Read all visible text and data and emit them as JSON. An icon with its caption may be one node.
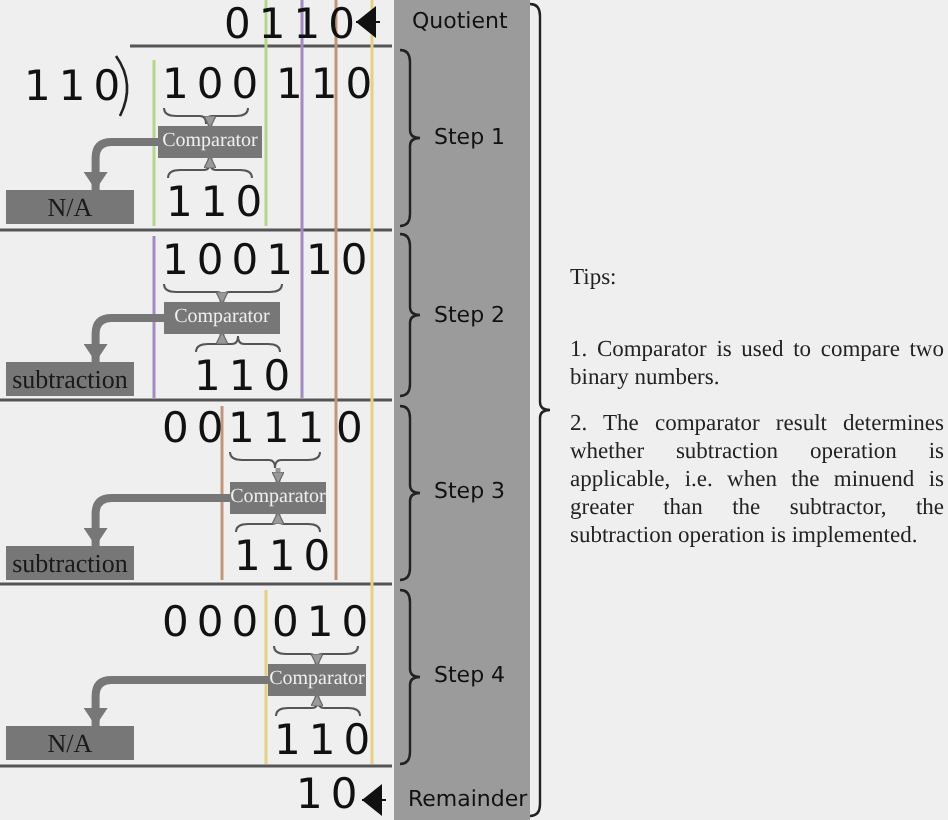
{
  "diagram": {
    "nodes": [
      {
        "text": [
          "0110"
        ]
      },
      {
        "text": [
          "Quotient"
        ]
      },
      {
        "text": [
          "100"
        ]
      },
      {
        "text": [
          "Comparator"
        ]
      },
      {
        "text": [
          "110"
        ]
      },
      {
        "text": [
          "N/A"
        ]
      },
      {
        "text": [
          "1001"
        ]
      },
      {
        "text": [
          "Comparator"
        ]
      },
      {
        "text": [
          "110"
        ]
      },
      {
        "text": [
          "subtraction"
        ]
      },
      {
        "text": [
          "111"
        ]
      },
      {
        "text": [
          "Comparator"
        ]
      },
      {
        "text": [
          "110"
        ]
      },
      {
        "text": [
          "subtraction"
        ]
      },
      {
        "text": [
          "010"
        ]
      },
      {
        "text": [
          "Comparator"
        ]
      },
      {
        "text": [
          "110"
        ]
      },
      {
        "text": [
          "N/A"
        ]
      },
      {
        "text": [
          "10"
        ]
      },
      {
        "text": [
          "Remainder"
        ]
      }
    ],
    "edges": [
      {
        "from": 1,
        "to": 0,
        "arrow": "to",
        "color": "#111111"
      },
      {
        "from": 2,
        "to": 3,
        "arrow": "to"
      },
      {
        "from": 4,
        "to": 3,
        "arrow": "to"
      },
      {
        "from": 3,
        "to": 5,
        "arrow": "to"
      },
      {
        "from": 6,
        "to": 7,
        "arrow": "to"
      },
      {
        "from": 8,
        "to": 7,
        "arrow": "to"
      },
      {
        "from": 7,
        "to": 9,
        "arrow": "to"
      },
      {
        "from": 10,
        "to": 11,
        "arrow": "to"
      },
      {
        "from": 12,
        "to": 11,
        "arrow": "to"
      },
      {
        "from": 11,
        "to": 13,
        "arrow": "to"
      },
      {
        "from": 14,
        "to": 15,
        "arrow": "to"
      },
      {
        "from": 16,
        "to": 15,
        "arrow": "to"
      },
      {
        "from": 15,
        "to": 17,
        "arrow": "to"
      },
      {
        "from": 19,
        "to": 18,
        "arrow": "to",
        "color": "#111111"
      }
    ],
    "labels": [
      "110",
      "110",
      "Step 1",
      "10",
      "Step 2",
      "00",
      "0",
      "Step 3",
      "000",
      "Step 4",
      "Tips:",
      "1. Comparator is used to compare two binary numbers.",
      "2. The comparator result determines whether subtraction operation is applicable, i.e. when the minuend is greater than the subtractor, the subtraction operation is implemented."
    ]
  }
}
